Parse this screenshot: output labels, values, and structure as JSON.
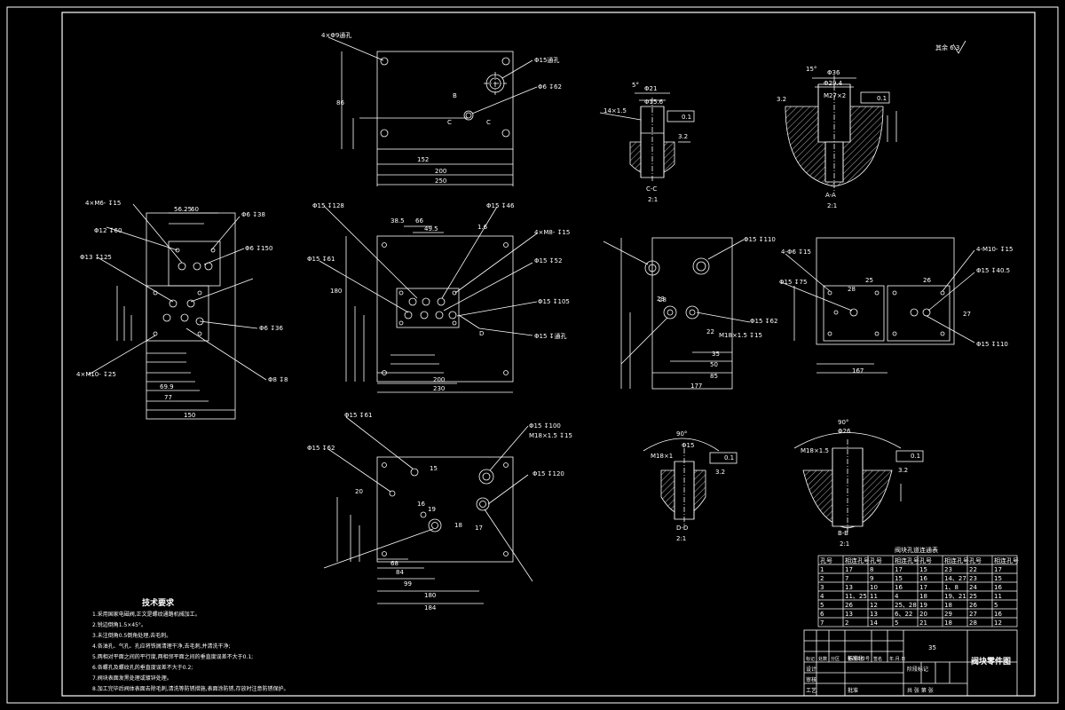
{
  "title_block": {
    "part_name": "阀块零件图",
    "number": "35",
    "row_design": "设计",
    "row_design_sign": "标准化",
    "row_labels": [
      "标记",
      "处数",
      "分区",
      "更改文件号",
      "签名",
      "年.月.日"
    ],
    "row_review": "审核",
    "row_process": "工艺",
    "row_approve": "批准",
    "weight_label": "阶段标记",
    "sheet_label": "共 张 第 张"
  },
  "roughness_note": "其余 6.3",
  "tech_req": {
    "heading": "技术要求",
    "items": [
      "1.采用国家电磁阀,正文是螺纹通路机械加工。",
      "2.锐边倒角1.5×45°。",
      "3.未注倒角0.5倒角处理,去毛刺。",
      "4.各油孔、气孔、孔应将铁屑清理干净,去毛刺,并清洗干净;",
      "5.两相对平面之间的平行度,两相邻平面之间的垂直度误差不大于0.1;",
      "6.各螺孔及螺纹孔的垂直度误差不大于0.2;",
      "7.阀块表面发黑处理或镀锌处理。",
      "8.加工完毕后阀体表面去除毛刺,清洗等防锈措施,表面涂防锈,存放时注意防锈保护。"
    ]
  },
  "hole_table": {
    "caption": "阀块孔道连通表",
    "headers": [
      "孔号",
      "相连孔号",
      "孔号",
      "相连孔号",
      "孔号",
      "相连孔号",
      "孔号",
      "相连孔号"
    ],
    "rows": [
      [
        "1",
        "17",
        "8",
        "17",
        "15",
        "23",
        "22",
        "17"
      ],
      [
        "2",
        "7",
        "9",
        "15",
        "16",
        "14、27",
        "23",
        "15"
      ],
      [
        "3",
        "13",
        "10",
        "16",
        "17",
        "1、8",
        "24",
        "16"
      ],
      [
        "4",
        "11、25",
        "11",
        "4",
        "18",
        "19、21",
        "25",
        "11"
      ],
      [
        "5",
        "26",
        "12",
        "25、28",
        "19",
        "18",
        "26",
        "5"
      ],
      [
        "6",
        "13",
        "13",
        "6、22",
        "20",
        "29",
        "27",
        "16"
      ],
      [
        "7",
        "2",
        "14",
        "5",
        "21",
        "18",
        "28",
        "12"
      ]
    ]
  },
  "views": {
    "top": {
      "labels": [
        "4×Φ9通孔",
        "Φ15通孔",
        "Φ6 ↧62",
        "250",
        "200",
        "152",
        "86",
        "B",
        "C",
        "C"
      ]
    },
    "front": {
      "labels": [
        "Φ15 ↧128",
        "Φ15 ↧46",
        "4×M8- ↧15",
        "Φ15 ↧52",
        "Φ15 ↧61",
        "Φ15 ↧105",
        "Φ15 ↧通孔",
        "230",
        "200",
        "66",
        "49.5",
        "38.5",
        "180",
        "1.6",
        "D"
      ]
    },
    "left": {
      "labels": [
        "4×M6- ↧15",
        "Φ6 ↧38",
        "Φ6 ↧150",
        "Φ12 ↧60",
        "Φ13 ↧125",
        "Φ6 ↧36",
        "Φ8 ↧8",
        "4×M10- ↧25",
        "150",
        "77",
        "69.9",
        "56.25",
        "60"
      ]
    },
    "right": {
      "labels": [
        "Φ15 ↧110",
        "Φ15 ↧62",
        "M18×1.5 ↧15",
        "177",
        "85",
        "50",
        "35",
        "28",
        "22",
        "23"
      ]
    },
    "rear": {
      "labels": [
        "4-Φ6 ↧15",
        "4-M10- ↧15",
        "Φ15 ↧40.5",
        "Φ15 ↧110",
        "Φ15 ↧75",
        "167",
        "25",
        "26",
        "27",
        "28"
      ]
    },
    "bottom": {
      "labels": [
        "Φ15 ↧61",
        "Φ15 ↧100",
        "M18×1.5 ↧15",
        "Φ15 ↧62",
        "Φ15 ↧120",
        "184",
        "180",
        "99",
        "84",
        "68",
        "15",
        "16",
        "17",
        "18",
        "19",
        "20"
      ]
    },
    "section_cc": {
      "labels": [
        "C-C",
        "2:1",
        "14×1.5",
        "Φ21",
        "Φ15.6",
        "5°",
        "0.1",
        "3.2"
      ]
    },
    "section_aa": {
      "labels": [
        "A-A",
        "2:1",
        "Φ36",
        "Φ29.4",
        "M27×2",
        "15°",
        "0.1",
        "3.2"
      ]
    },
    "section_dd": {
      "labels": [
        "D-D",
        "2:1",
        "M18×1",
        "Φ15",
        "90°",
        "0.1",
        "3.2"
      ]
    },
    "section_bb": {
      "labels": [
        "B-B",
        "2:1",
        "M18×1.5",
        "Φ26",
        "90°",
        "0.1",
        "3.2"
      ]
    }
  }
}
